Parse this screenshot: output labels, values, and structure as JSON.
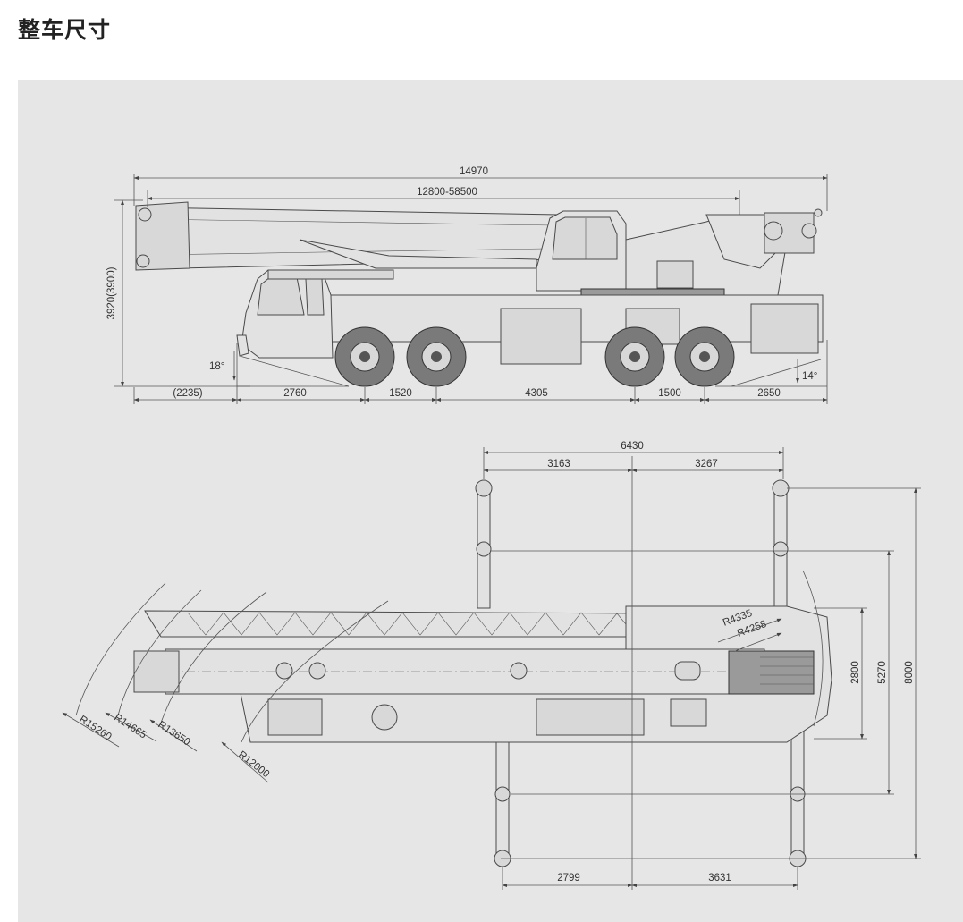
{
  "title": "整车尺寸",
  "side_view": {
    "overall_length": "14970",
    "boom_length": "12800-58500",
    "overall_height": "3920(3900)",
    "front_overhang": "(2235)",
    "axle_1_2": "2760",
    "axle_2_3": "1520",
    "axle_3_4": "4305",
    "axle_4_5": "1500",
    "rear_overhang": "2650",
    "approach_angle": "18°",
    "departure_angle": "14°"
  },
  "top_view": {
    "outrigger_span_long": "6430",
    "outrigger_front_offset": "3163",
    "outrigger_rear_offset": "3267",
    "outrigger_bottom_front": "2799",
    "outrigger_bottom_rear": "3631",
    "width_vehicle": "2800",
    "width_mid_outrigger": "5270",
    "width_full_outrigger": "8000",
    "radii": {
      "r1": "R15260",
      "r2": "R14665",
      "r3": "R13650",
      "r4": "R12000",
      "r5": "R4335",
      "r6": "R4258"
    }
  }
}
